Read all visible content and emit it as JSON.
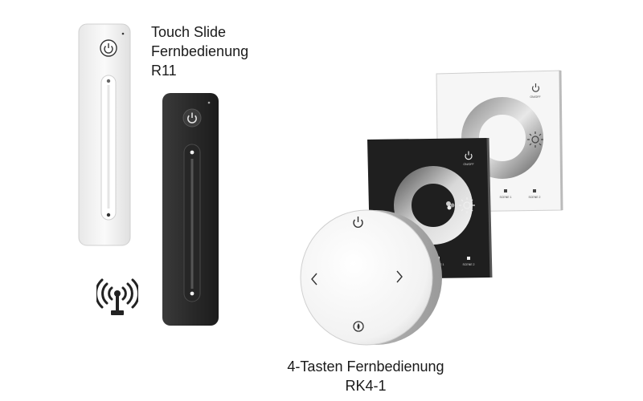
{
  "captions": {
    "r11": [
      "Touch Slide",
      "Fernbedienung",
      "R11"
    ],
    "rk4": [
      "4-Tasten Fernbedienung",
      "RK4-1"
    ]
  },
  "panel_white": {
    "top_label": "ON/OFF",
    "scene1": "SCENE 1",
    "scene2": "SCENE 2"
  },
  "panel_black": {
    "top_label": "ON/OFF",
    "scene1": "SCENE 1",
    "scene2": "SCENE 2"
  },
  "colors": {
    "white_device": "#f4f4f4",
    "black_device": "#2e2e2e",
    "outline": "#c8c8c8"
  },
  "icons": [
    "power-icon",
    "brightness-icon",
    "color-icon",
    "left-chevron-icon",
    "right-chevron-icon",
    "antenna-icon"
  ]
}
